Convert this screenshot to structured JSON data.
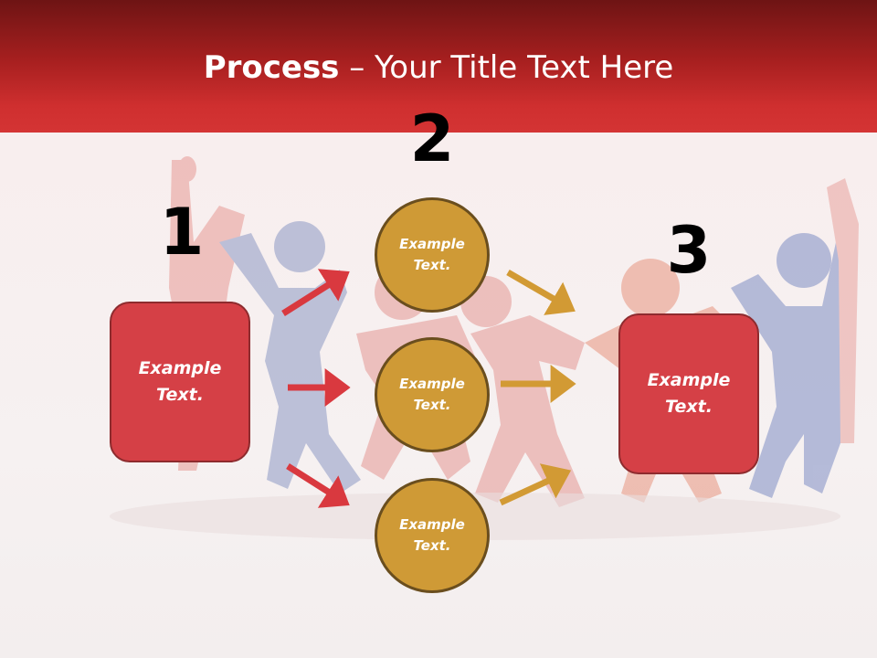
{
  "title": {
    "bold": "Process",
    "rest": " – Your Title Text Here"
  },
  "steps": [
    {
      "number": "1",
      "label": "Example\nText."
    },
    {
      "number": "2",
      "labels": [
        "Example\nText.",
        "Example\nText.",
        "Example\nText."
      ]
    },
    {
      "number": "3",
      "label": "Example\nText."
    }
  ],
  "colors": {
    "header": "#cf2f2f",
    "box_fill": "#d54046",
    "circle_fill": "#cf9a36",
    "arrow_red": "#d9393f",
    "arrow_gold": "#d29a34"
  }
}
